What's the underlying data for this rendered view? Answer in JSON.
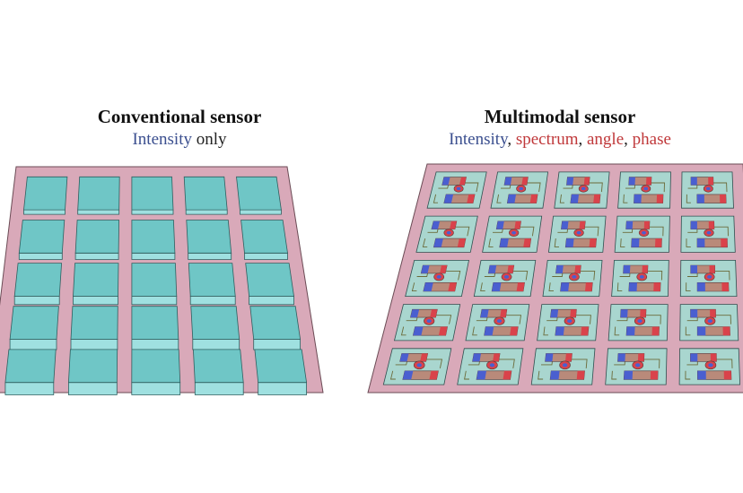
{
  "conventional": {
    "title": "Conventional sensor",
    "subtitle_intensity": "Intensity",
    "subtitle_rest": " only"
  },
  "multimodal": {
    "title": "Multimodal sensor",
    "sub_intensity": "Intensity",
    "sep1": ", ",
    "sub_spectrum": "spectrum",
    "sep2": ", ",
    "sub_angle": "angle",
    "sep3": ", ",
    "sub_phase": "phase"
  },
  "colors": {
    "substrate": "#d9a9b9",
    "pixel_top": "#6fc6c6",
    "pixel_side": "#9fe0e0",
    "pixel_edge": "#2f5f5f",
    "cell_top": "#a9d6cf",
    "device_red": "#d9434b",
    "device_blue": "#4a5fd0",
    "device_body": "#b98a7a",
    "intensity_text": "#3b4f8f",
    "accent_text": "#c0393b"
  },
  "grid": {
    "rows": 5,
    "cols": 5
  }
}
